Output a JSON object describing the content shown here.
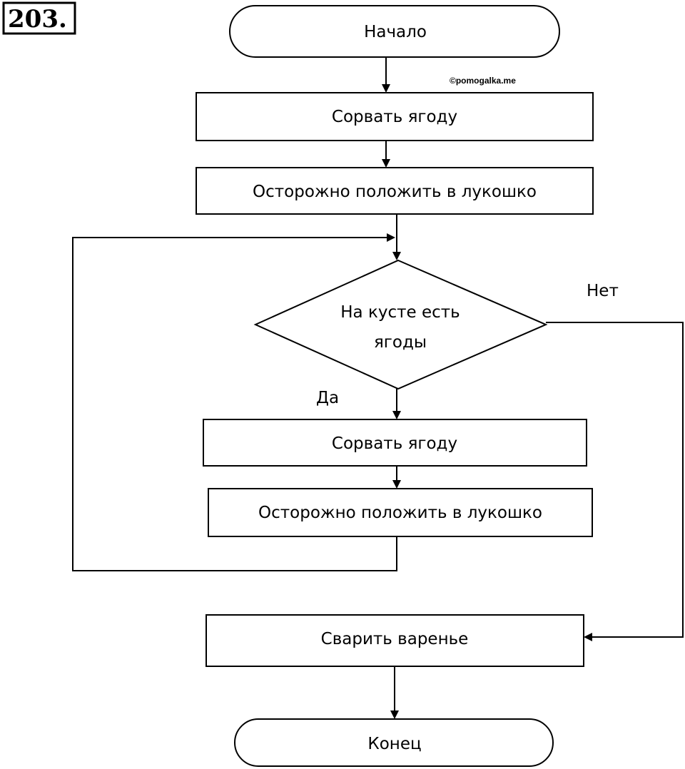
{
  "task_number": "203.",
  "watermark": "©pomogalka.me",
  "nodes": {
    "start": "Начало",
    "pick1": "Сорвать ягоду",
    "put1": "Осторожно положить в лукошко",
    "decision_line1": "На кусте есть",
    "decision_line2": "ягоды",
    "pick2": "Сорвать ягоду",
    "put2": "Осторожно положить в лукошко",
    "cook": "Сварить варенье",
    "end": "Конец"
  },
  "branches": {
    "yes": "Да",
    "no": "Нет"
  }
}
